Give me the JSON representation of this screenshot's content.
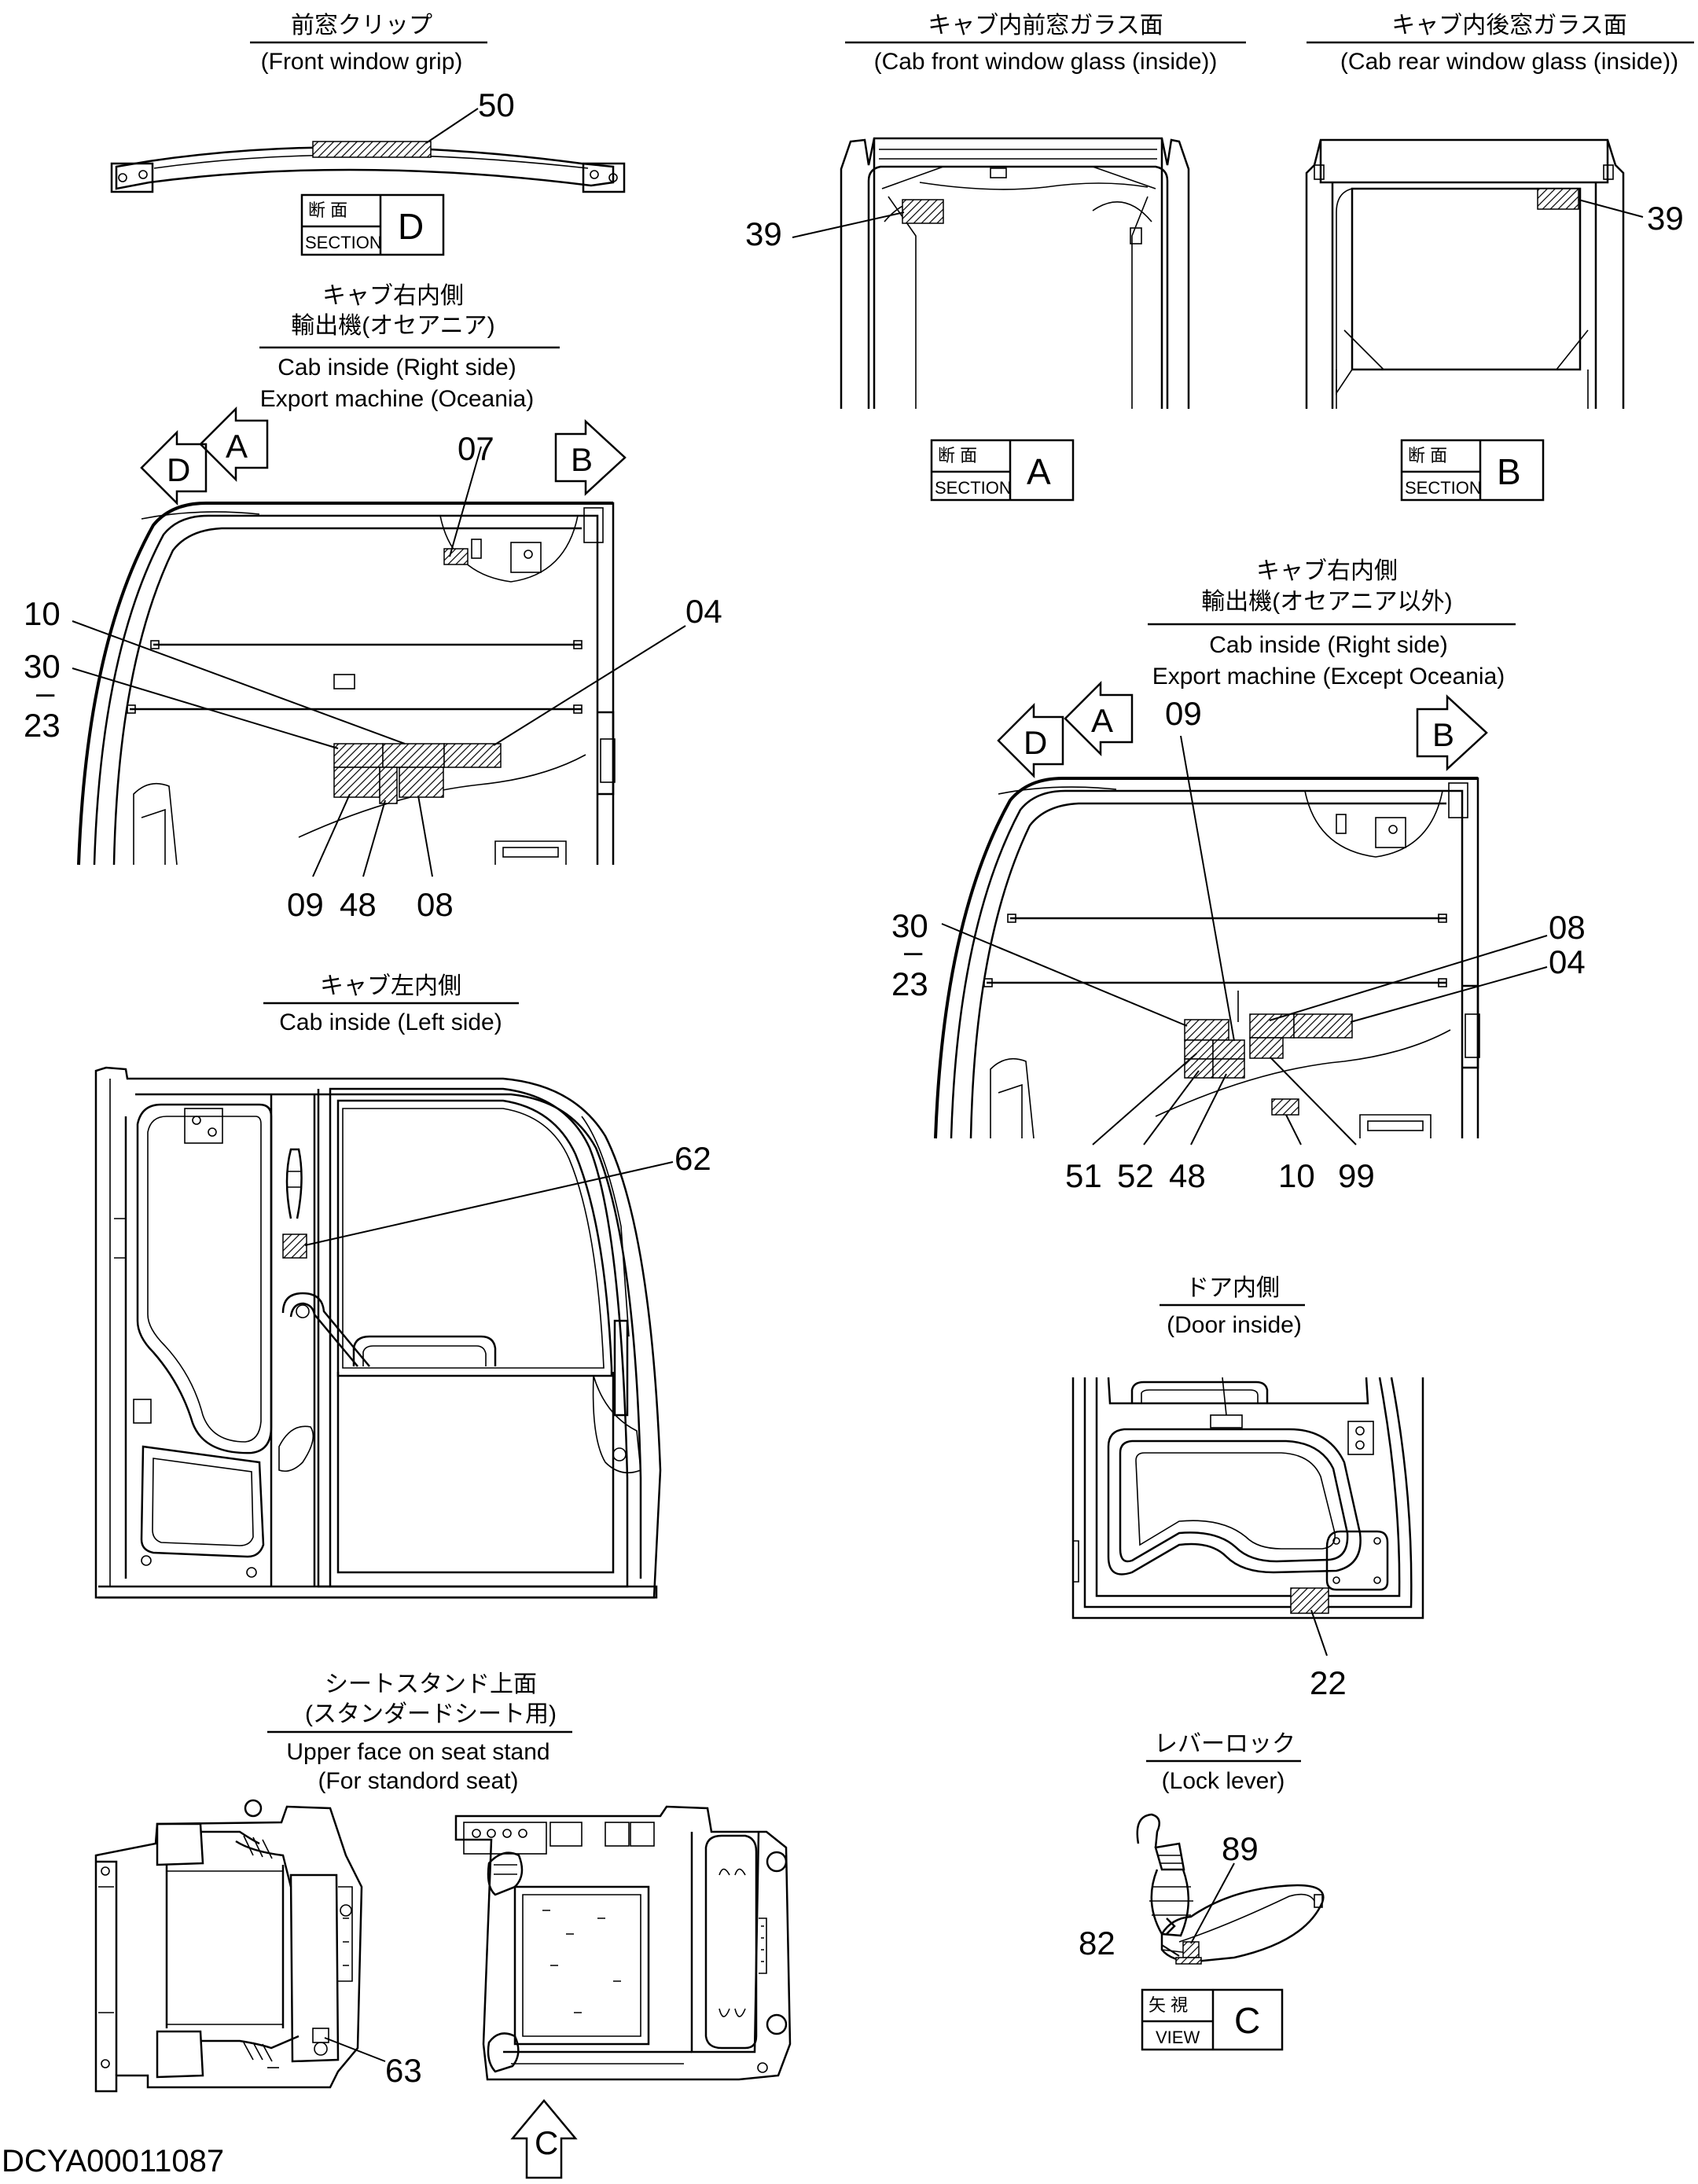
{
  "views": {
    "front_grip": {
      "title_jp": "前窓クリップ",
      "title_en": "(Front window grip)"
    },
    "cab_front_glass": {
      "title_jp": "キャブ内前窓ガラス面",
      "title_en": "(Cab front window glass (inside))"
    },
    "cab_rear_glass": {
      "title_jp": "キャブ内後窓ガラス面",
      "title_en": "(Cab rear window glass (inside))"
    },
    "cab_right_oceania": {
      "title_jp1": "キャブ右内側",
      "title_jp2": "輸出機(オセアニア)",
      "title_en1": "Cab inside (Right side)",
      "title_en2": "Export machine (Oceania)"
    },
    "cab_right_other": {
      "title_jp1": "キャブ右内側",
      "title_jp2": "輸出機(オセアニア以外)",
      "title_en1": "Cab inside (Right side)",
      "title_en2": "Export machine (Except Oceania)"
    },
    "cab_left": {
      "title_jp": "キャブ左内側",
      "title_en": "Cab inside (Left side)"
    },
    "door_inside": {
      "title_jp": "ドア内側",
      "title_en": "(Door inside)"
    },
    "seat_stand": {
      "title_jp1": "シートスタンド上面",
      "title_jp2": "(スタンダードシート用)",
      "title_en1": "Upper face on seat stand",
      "title_en2": "(For standord seat)"
    },
    "lock_lever": {
      "title_jp": "レバーロック",
      "title_en": "(Lock lever)"
    }
  },
  "section_boxes": [
    {
      "kanji": "断 面",
      "word": "SECTION",
      "letter": "D"
    },
    {
      "kanji": "断 面",
      "word": "SECTION",
      "letter": "A"
    },
    {
      "kanji": "断 面",
      "word": "SECTION",
      "letter": "B"
    },
    {
      "kanji": "矢 視",
      "word": "VIEW",
      "letter": "C"
    }
  ],
  "view_arrows": {
    "a": "A",
    "b": "B",
    "c": "C",
    "d": "D"
  },
  "callouts": {
    "grip": [
      "50"
    ],
    "front_glass": [
      "39"
    ],
    "rear_glass": [
      "39"
    ],
    "oceania": [
      "07",
      "10",
      "04",
      "30",
      "–",
      "23",
      "09",
      "48",
      "08"
    ],
    "other": [
      "09",
      "30",
      "–",
      "23",
      "08",
      "04",
      "51",
      "52",
      "48",
      "10",
      "99"
    ],
    "left": [
      "62"
    ],
    "door": [
      "22"
    ],
    "seat": [
      "63"
    ],
    "lever": [
      "89",
      "82"
    ]
  },
  "drawing_id": "DCYA00011087"
}
